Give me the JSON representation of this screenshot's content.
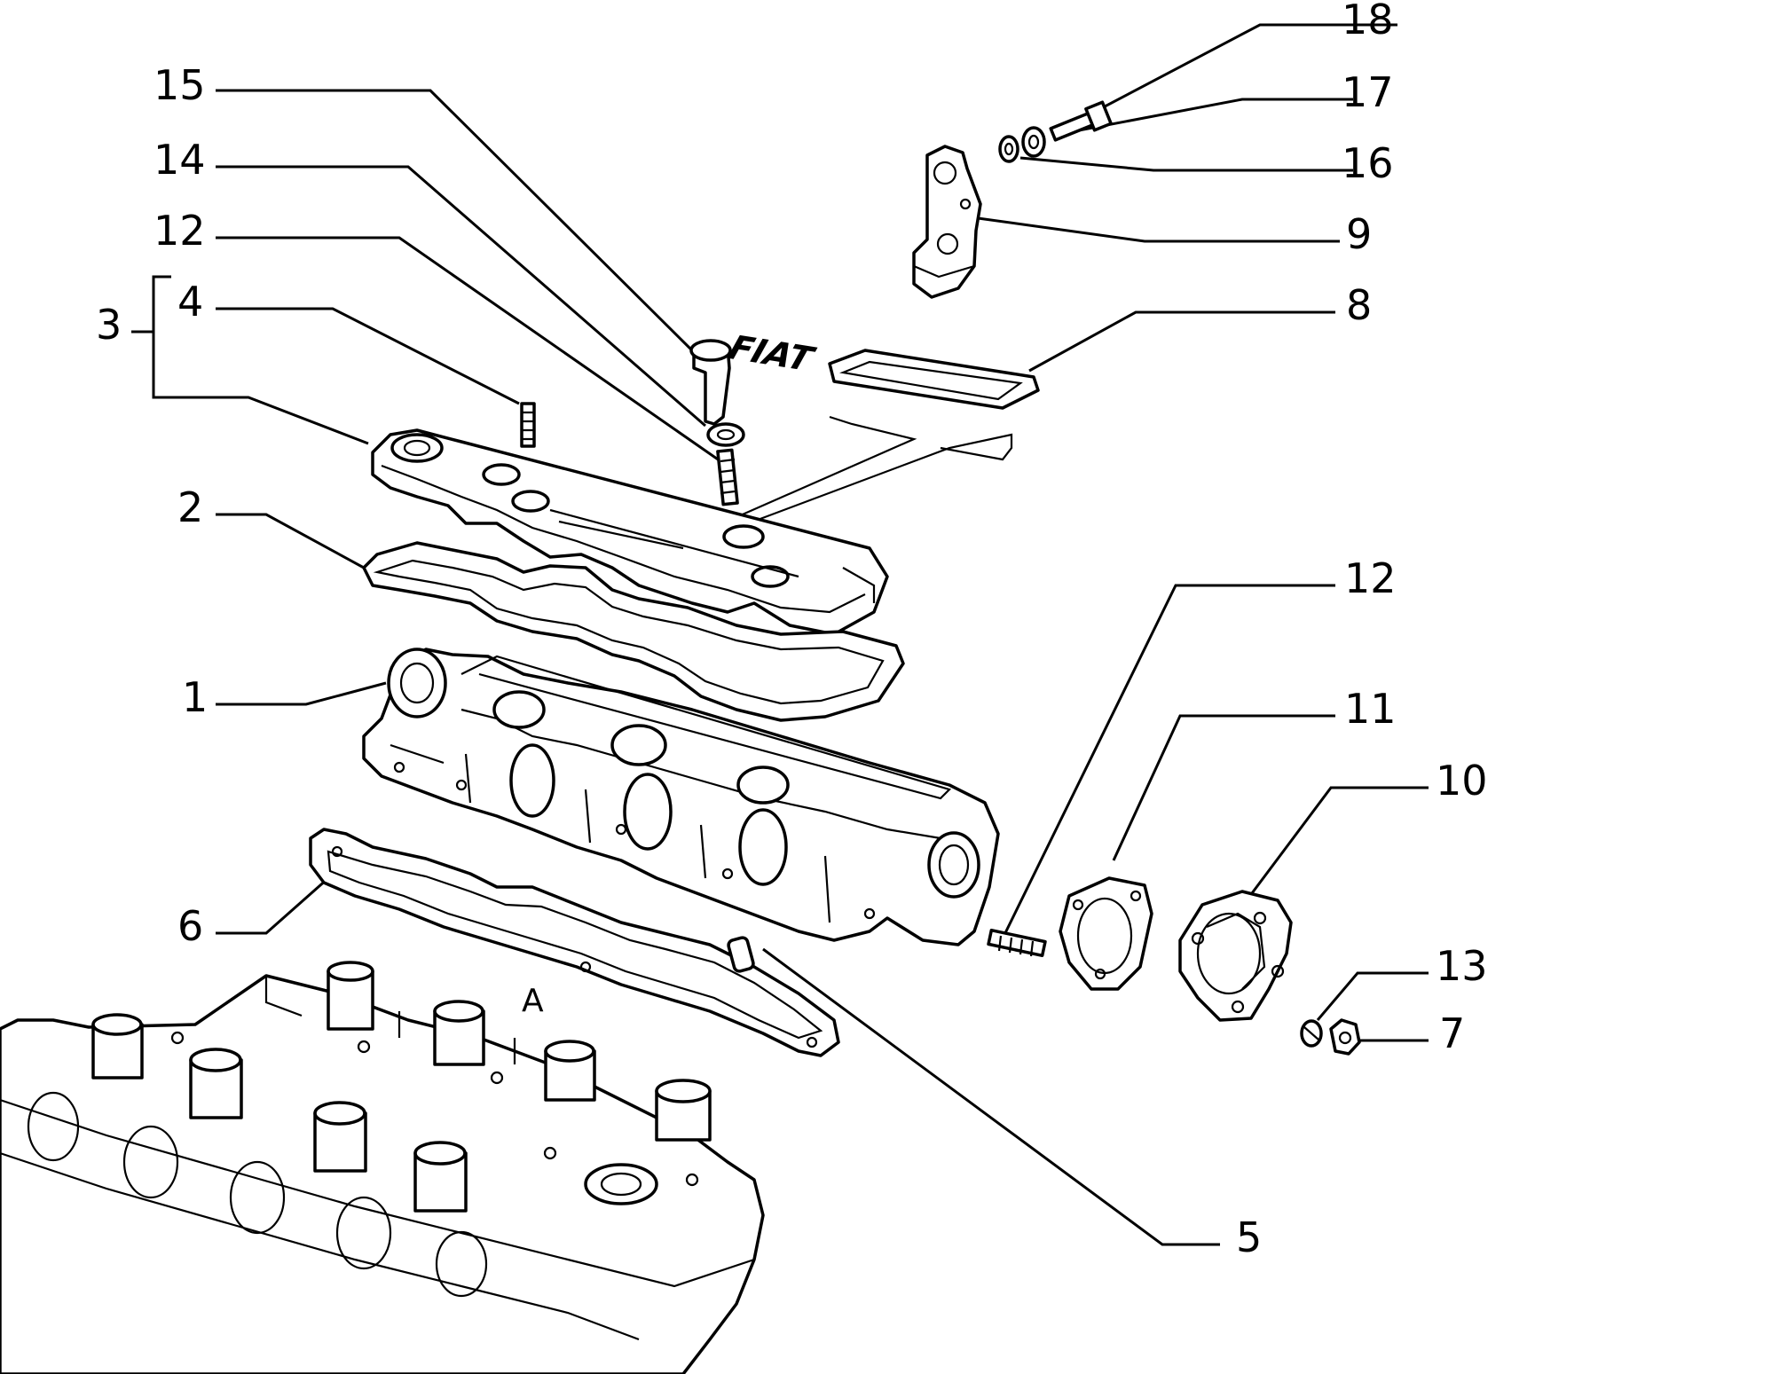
{
  "callouts": [
    {
      "id": "1",
      "text": "1"
    },
    {
      "id": "2",
      "text": "2"
    },
    {
      "id": "3",
      "text": "3"
    },
    {
      "id": "4",
      "text": "4"
    },
    {
      "id": "5",
      "text": "5"
    },
    {
      "id": "6",
      "text": "6"
    },
    {
      "id": "7",
      "text": "7"
    },
    {
      "id": "8",
      "text": "8"
    },
    {
      "id": "9",
      "text": "9"
    },
    {
      "id": "10",
      "text": "10"
    },
    {
      "id": "11",
      "text": "11"
    },
    {
      "id": "12a",
      "text": "12"
    },
    {
      "id": "12b",
      "text": "12"
    },
    {
      "id": "13",
      "text": "13"
    },
    {
      "id": "14",
      "text": "14"
    },
    {
      "id": "15",
      "text": "15"
    },
    {
      "id": "16",
      "text": "16"
    },
    {
      "id": "17",
      "text": "17"
    },
    {
      "id": "18",
      "text": "18"
    }
  ],
  "view_label": "A",
  "badge_text": "FIAT",
  "line_color": "#000000",
  "background": "#ffffff"
}
